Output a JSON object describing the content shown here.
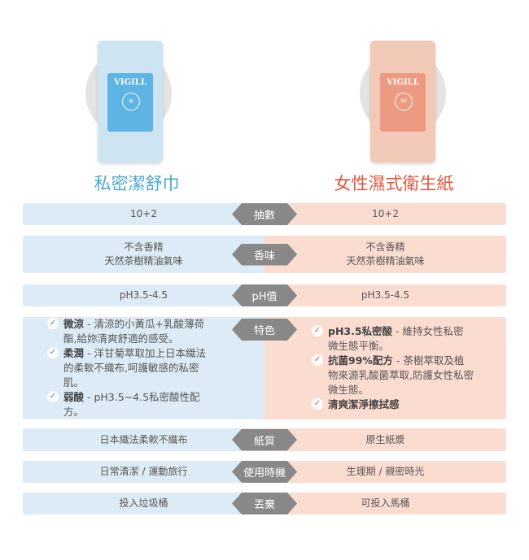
{
  "products": [
    {
      "name": "私密潔舒巾",
      "brand": "VIGILL",
      "badge": "",
      "color": "#4aa6d8"
    },
    {
      "name": "女性濕式衛生紙",
      "brand": "VIGILL",
      "badge": "99",
      "color": "#e2553c"
    }
  ],
  "rows": [
    {
      "label": "抽數",
      "left": "10+2",
      "right": "10+2"
    },
    {
      "label": "香味",
      "left": "不含香精\n天然茶樹精油氣味",
      "right": "不含香精\n天然茶樹精油氣味"
    },
    {
      "label": "pH值",
      "left": "pH3.5-4.5",
      "right": "pH3.5-4.5"
    },
    {
      "label": "特色",
      "left_features": [
        {
          "title": "微涼",
          "desc": " - 清涼的小黃瓜+乳酸薄荷酯,給妳清爽舒適的感受。"
        },
        {
          "title": "柔潤",
          "desc": " - 洋甘菊萃取加上日本織法的柔軟不織布,呵護敏感的私密肌。"
        },
        {
          "title": "弱酸",
          "desc": " - pH3.5~4.5私密酸性配方。"
        }
      ],
      "right_features": [
        {
          "title": "pH3.5私密酸",
          "desc": " - 維持女性私密微生態平衡。"
        },
        {
          "title": "抗菌99%配方",
          "desc": " - 茶樹萃取及植物來源乳酸菌萃取,防護女性私密微生態。"
        },
        {
          "title": "清爽潔淨擦拭感",
          "desc": ""
        }
      ]
    },
    {
      "label": "紙質",
      "left": "日本織法柔軟不織布",
      "right": "原生紙漿"
    },
    {
      "label": "使用時機",
      "left": "日常清潔 / 運動旅行",
      "right": "生理期 / 親密時光"
    },
    {
      "label": "丟棄",
      "left": "投入垃圾桶",
      "right": "可投入馬桶"
    }
  ],
  "colors": {
    "blue_bg": "#dcebf5",
    "pink_bg": "#fbdcd0",
    "tag": "#888888",
    "check_blue": "#3f8fd0",
    "check_red": "#e2553c"
  }
}
